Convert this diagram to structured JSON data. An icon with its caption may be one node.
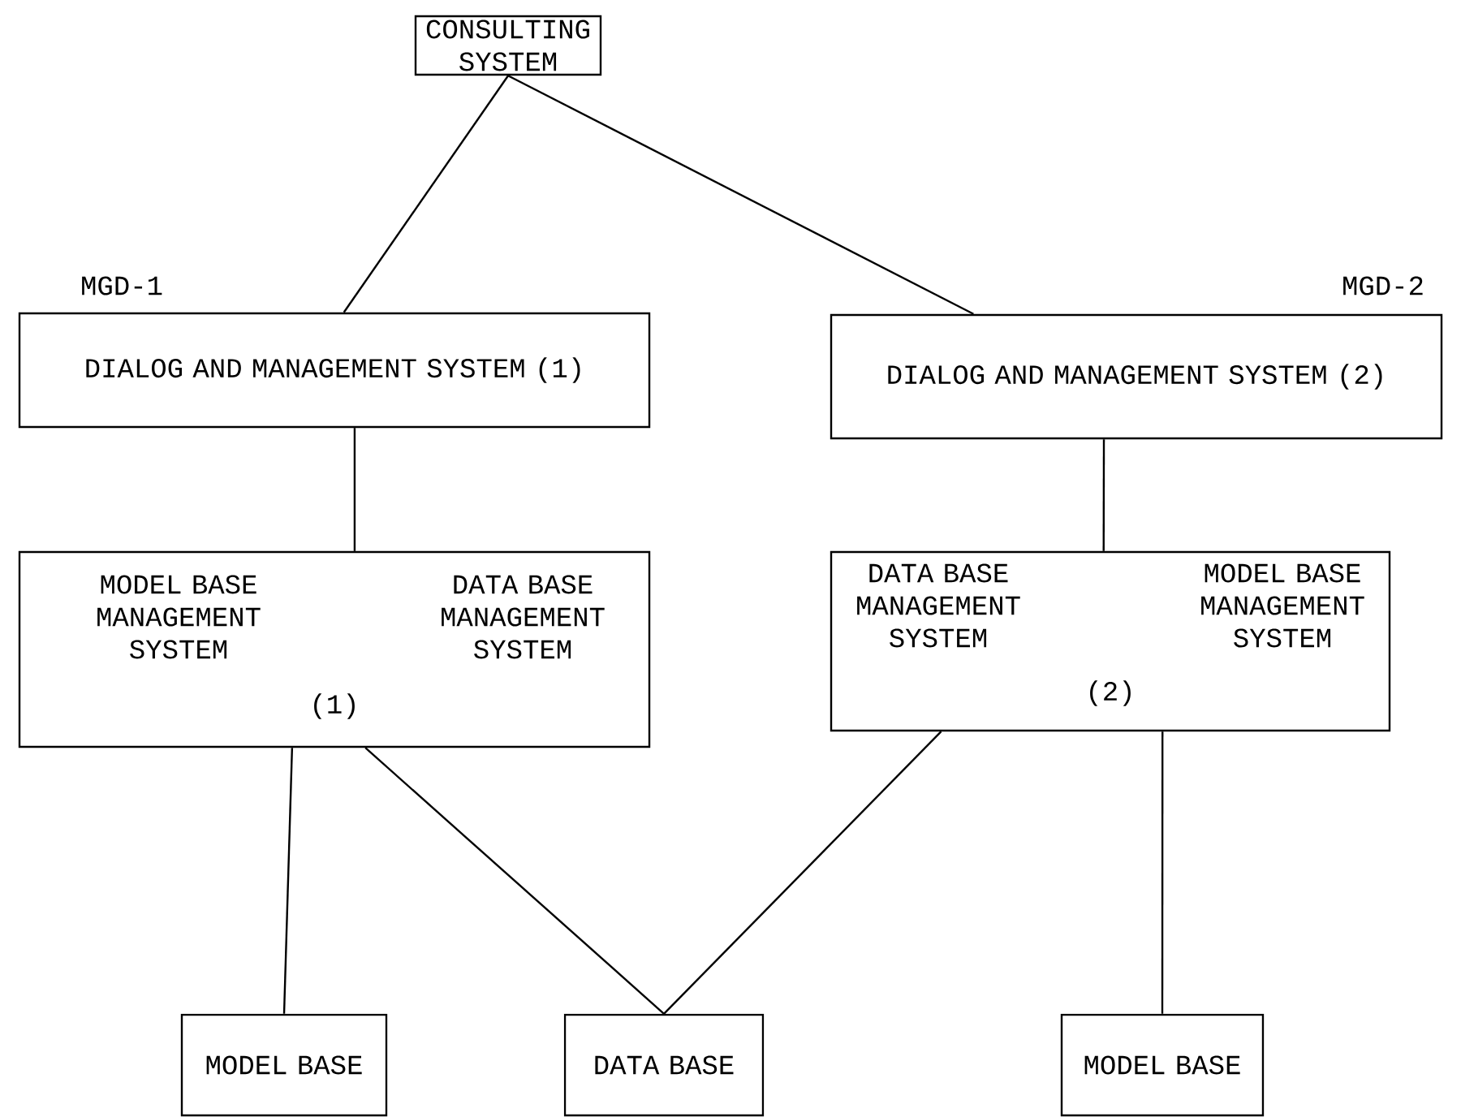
{
  "diagram": {
    "nodes": [
      {
        "text": [
          "CONSULTING SYSTEM"
        ]
      },
      {
        "text": [
          "DIALOG AND MANAGEMENT SYSTEM (1)"
        ],
        "beside": [
          "MGD-1"
        ]
      },
      {
        "text": [
          "DIALOG AND MANAGEMENT SYSTEM (2)"
        ],
        "beside": [
          "MGD-2"
        ]
      },
      {
        "text": [
          "MODEL BASE MANAGEMENT SYSTEM",
          "DATA BASE MANAGEMENT SYSTEM",
          "(1)"
        ]
      },
      {
        "text": [
          "DATA BASE MANAGEMENT SYSTEM",
          "MODEL BASE MANAGEMENT SYSTEM",
          "(2)"
        ]
      },
      {
        "text": [
          "MODEL BASE"
        ]
      },
      {
        "text": [
          "DATA BASE"
        ]
      },
      {
        "text": [
          "MODEL BASE"
        ]
      }
    ],
    "edges": [
      {
        "from": 0,
        "to": 1,
        "arrow": "none"
      },
      {
        "from": 0,
        "to": 2,
        "arrow": "none"
      },
      {
        "from": 1,
        "to": 3,
        "arrow": "none"
      },
      {
        "from": 2,
        "to": 4,
        "arrow": "none"
      },
      {
        "from": 3,
        "to": 5,
        "arrow": "none"
      },
      {
        "from": 3,
        "to": 6,
        "arrow": "none"
      },
      {
        "from": 4,
        "to": 6,
        "arrow": "none"
      },
      {
        "from": 4,
        "to": 7,
        "arrow": "none"
      }
    ]
  }
}
